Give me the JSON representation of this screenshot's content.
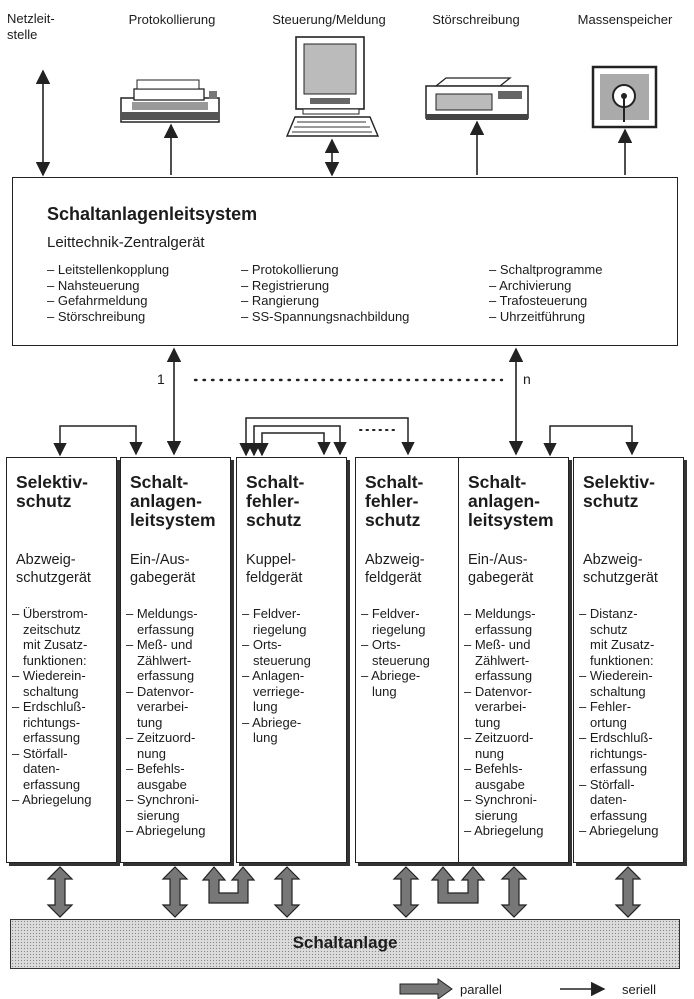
{
  "top_labels": {
    "netzleitstelle": "Netzleit-\nstelle",
    "protokollierung": "Protokollierung",
    "steuerung": "Steuerung/Meldung",
    "stoerschreibung": "Störschreibung",
    "massenspeicher": "Massenspeicher"
  },
  "central": {
    "title": "Schaltanlagenleitsystem",
    "subtitle": "Leittechnik-Zentralgerät",
    "functions_col1": [
      "Leitstellenkopplung",
      "Nahsteuerung",
      "Gefahrmeldung",
      "Störschreibung"
    ],
    "functions_col2": [
      "Protokollierung",
      "Registrierung",
      "Rangierung",
      "SS-Spannungsnachbildung"
    ],
    "functions_col3": [
      "Schaltprogramme",
      "Archivierung",
      "Trafosteuerung",
      "Uhrzeitführung"
    ]
  },
  "bus": {
    "label_first": "1",
    "label_last": "n"
  },
  "units": [
    {
      "title": "Selektiv-\nschutz",
      "subtitle": "Abzweig-\nschutzgerät",
      "functions": [
        "Überstrom-\nzeitschutz\nmit Zusatz-\nfunktionen:",
        "Wiederein-\nschaltung",
        "Erdschluß-\nrichtungs-\nerfassung",
        "Störfall-\ndaten-\nerfassung",
        "Abriegelung"
      ]
    },
    {
      "title": "Schalt-\nanlagen-\nleitsystem",
      "subtitle": "Ein-/Aus-\ngabegerät",
      "functions": [
        "Meldungs-\nerfassung",
        "Meß- und\nZählwert-\nerfassung",
        "Datenvor-\nverarbei-\ntung",
        "Zeitzuord-\nnung",
        "Befehls-\nausgabe",
        "Synchroni-\nsierung",
        "Abriegelung"
      ]
    },
    {
      "title": "Schalt-\nfehler-\nschutz",
      "subtitle": "Kuppel-\nfeldgerät",
      "functions": [
        "Feldver-\nriegelung",
        "Orts-\nsteuerung",
        "Anlagen-\nverriege-\nlung",
        "Abriege-\nlung"
      ]
    },
    {
      "title": "Schalt-\nfehler-\nschutz",
      "subtitle": "Abzweig-\nfeldgerät",
      "functions": [
        "Feldver-\nriegelung",
        "Orts-\nsteuerung",
        "Abriege-\nlung"
      ]
    },
    {
      "title": "Schalt-\nanlagen-\nleitsystem",
      "subtitle": "Ein-/Aus-\ngabegerät",
      "functions": [
        "Meldungs-\nerfassung",
        "Meß- und\nZählwert-\nerfassung",
        "Datenvor-\nverarbei-\ntung",
        "Zeitzuord-\nnung",
        "Befehls-\nausgabe",
        "Synchroni-\nsierung",
        "Abriegelung"
      ]
    },
    {
      "title": "Selektiv-\nschutz",
      "subtitle": "Abzweig-\nschutzgerät",
      "functions": [
        "Distanz-\nschutz\nmit Zusatz-\nfunktionen:",
        "Wiederein-\nschaltung",
        "Fehler-\nortung",
        "Erdschluß-\nrichtungs-\nerfassung",
        "Störfall-\ndaten-\nerfassung",
        "Abriegelung"
      ]
    }
  ],
  "switchgear": {
    "label": "Schaltanlage"
  },
  "legend": {
    "parallel": "parallel",
    "serial": "seriell"
  }
}
